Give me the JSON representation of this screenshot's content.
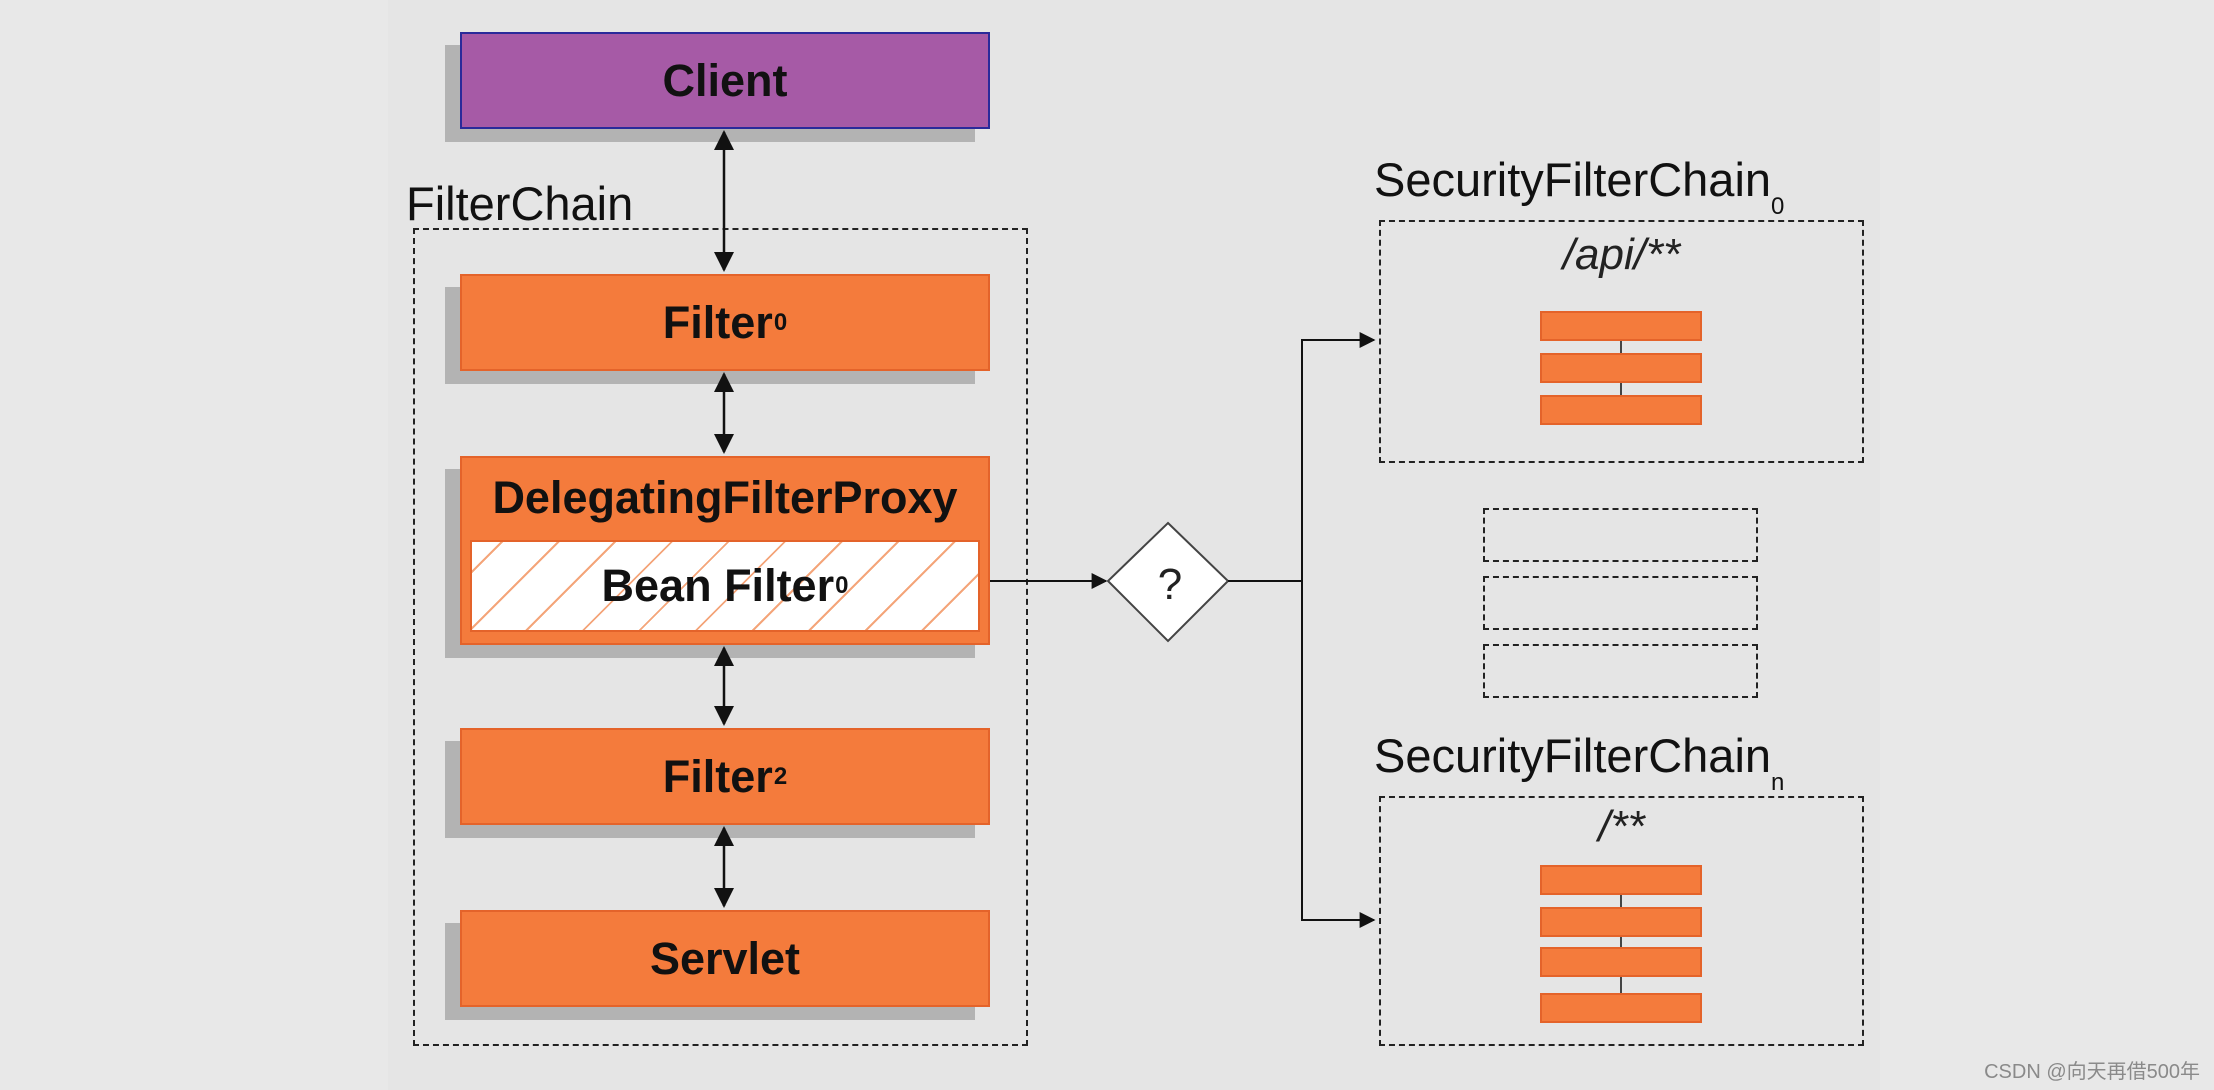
{
  "nodes": {
    "client": "Client",
    "filter0": {
      "name": "Filter",
      "sub": "0"
    },
    "delegating": "DelegatingFilterProxy",
    "bean_filter": {
      "name": "Bean Filter",
      "sub": "0"
    },
    "filter2": {
      "name": "Filter",
      "sub": "2"
    },
    "servlet": "Servlet",
    "decision": "?"
  },
  "labels": {
    "filter_chain": "FilterChain",
    "sfc0": {
      "name": "SecurityFilterChain",
      "sub": "0"
    },
    "sfc0_pattern": "/api/**",
    "sfcn": {
      "name": "SecurityFilterChain",
      "sub": "n"
    },
    "sfcn_pattern": "/**"
  },
  "watermark": "CSDN @向天再借500年",
  "colors": {
    "client": "#a65aa6",
    "filter": "#f47b3c",
    "background": "#e5e5e5"
  }
}
